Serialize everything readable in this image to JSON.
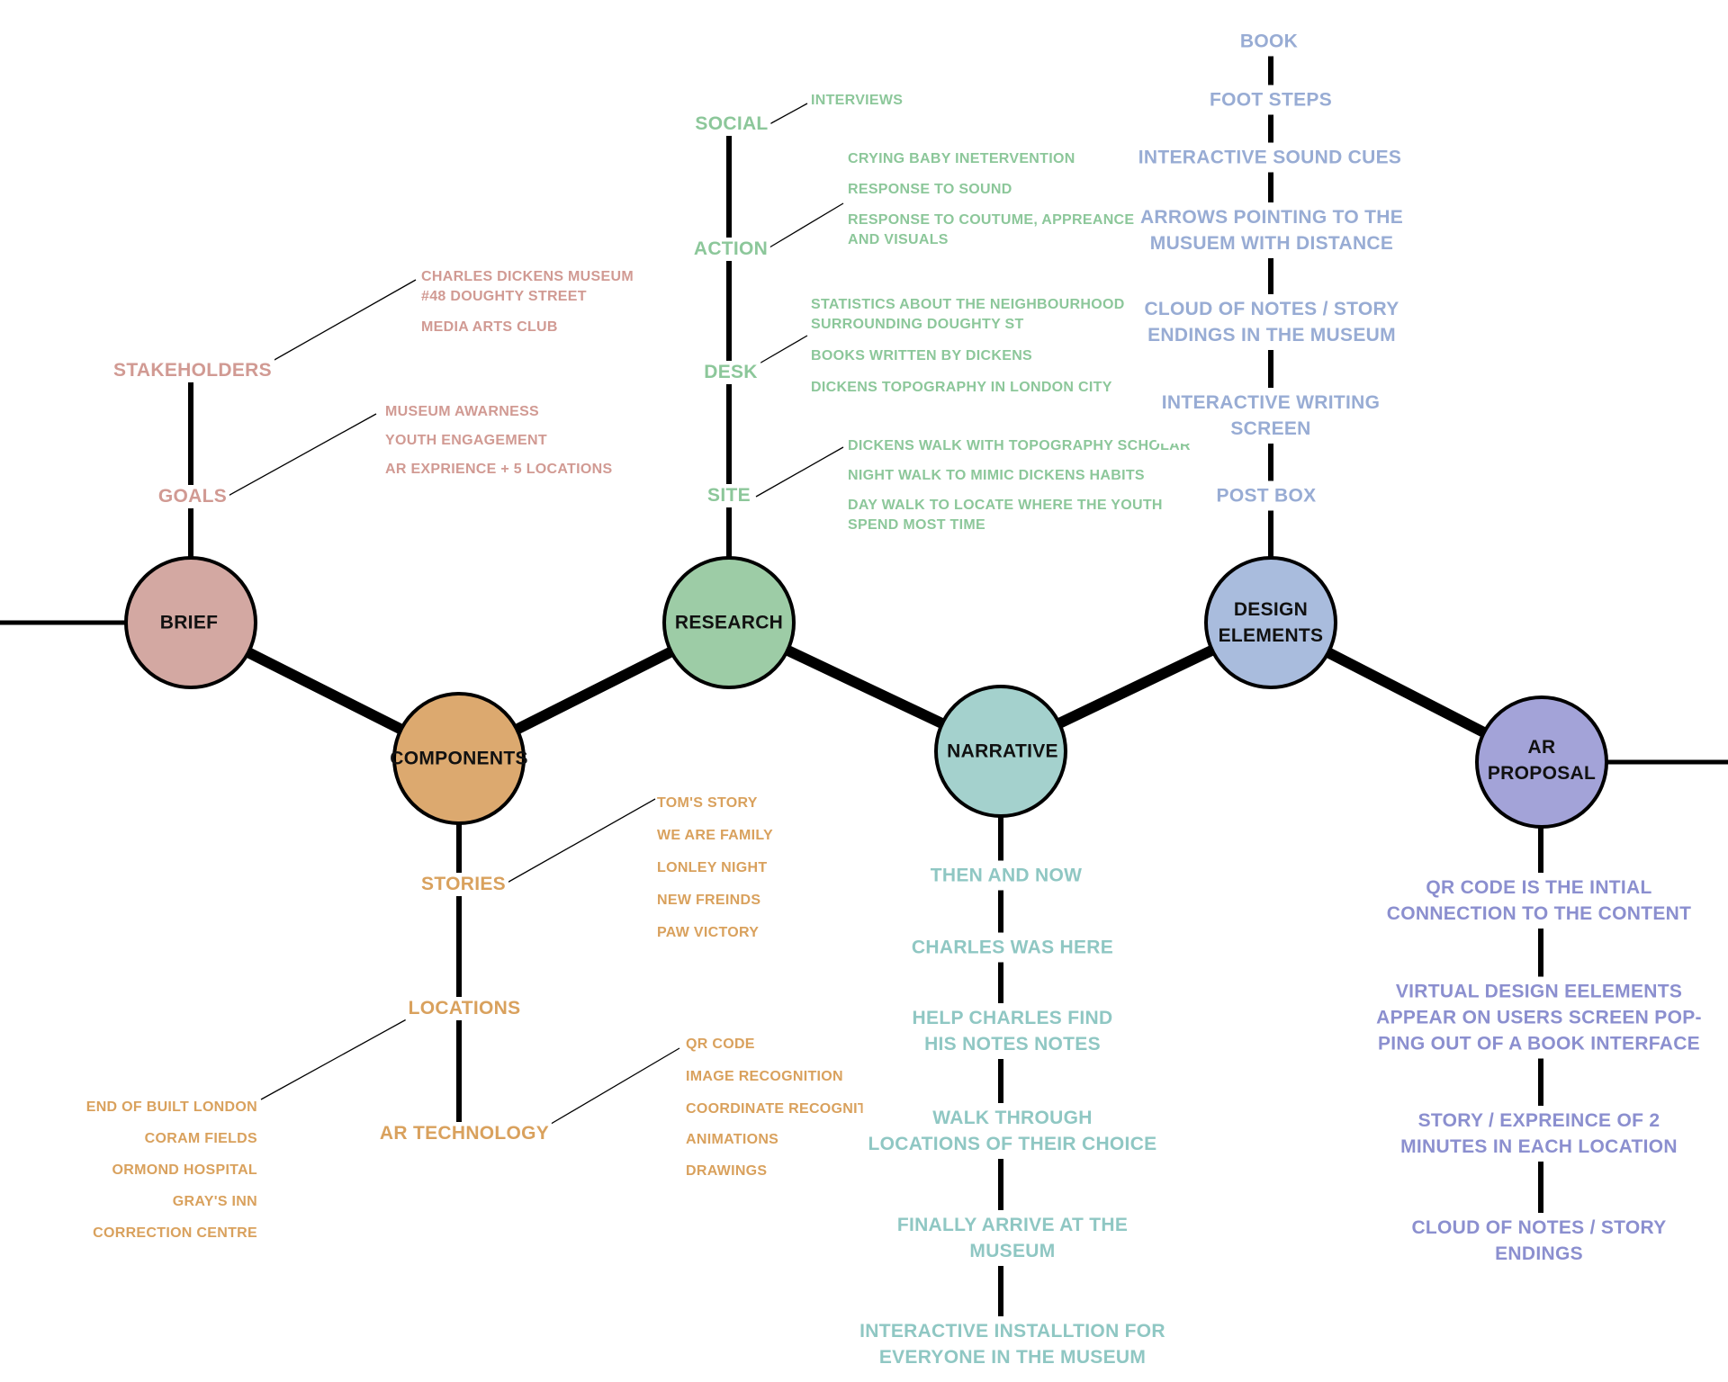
{
  "nodes": {
    "brief": "BRIEF",
    "components": "COMPONENTS",
    "research": "RESEARCH",
    "narrative": "NARRATIVE",
    "design_elements": [
      "DESIGN",
      "ELEMENTS"
    ],
    "ar_proposal": [
      "AR",
      "PROPOSAL"
    ]
  },
  "colors": {
    "brief": "#d19a93",
    "components": "#d9a15d",
    "research": "#8cc79a",
    "narrative": "#8fc7c3",
    "design": "#98acd4",
    "ar": "#8b8fcf"
  },
  "brief": {
    "stakeholders": {
      "heading": "STAKEHOLDERS",
      "items": [
        "CHARLES DICKENS MUSEUM",
        "#48 DOUGHTY STREET",
        "MEDIA ARTS CLUB"
      ]
    },
    "goals": {
      "heading": "GOALS",
      "items": [
        "MUSEUM AWARNESS",
        "YOUTH ENGAGEMENT",
        "AR EXPRIENCE + 5 LOCATIONS"
      ]
    }
  },
  "components": {
    "stories": {
      "heading": "STORIES",
      "items": [
        "TOM'S STORY",
        "WE ARE FAMILY",
        "LONLEY NIGHT",
        "NEW FREINDS",
        "PAW VICTORY"
      ]
    },
    "locations": {
      "heading": "LOCATIONS",
      "items": [
        "END OF BUILT LONDON",
        "CORAM FIELDS",
        "ORMOND HOSPITAL",
        "GRAY'S INN",
        "CORRECTION CENTRE"
      ]
    },
    "ar_technology": {
      "heading": "AR TECHNOLOGY",
      "items": [
        "QR CODE",
        "IMAGE RECOGNITION",
        "COORDINATE RECOGNITION",
        "ANIMATIONS",
        "DRAWINGS"
      ]
    }
  },
  "research": {
    "social": {
      "heading": "SOCIAL",
      "items": [
        "INTERVIEWS"
      ]
    },
    "action": {
      "heading": "ACTION",
      "items": [
        "CRYING BABY INETERVENTION",
        "RESPONSE TO SOUND",
        "RESPONSE TO COUTUME, APPREANCE",
        "AND VISUALS"
      ]
    },
    "desk": {
      "heading": "DESK",
      "items": [
        "STATISTICS ABOUT THE NEIGHBOURHOOD",
        "SURROUNDING DOUGHTY ST",
        "BOOKS WRITTEN BY DICKENS",
        "DICKENS TOPOGRAPHY IN LONDON CITY"
      ]
    },
    "site": {
      "heading": "SITE",
      "items": [
        "DICKENS WALK WITH TOPOGRAPHY SCHOLAR",
        "NIGHT WALK TO MIMIC DICKENS HABITS",
        "DAY WALK TO LOCATE WHERE THE YOUTH",
        "SPEND MOST TIME"
      ]
    }
  },
  "narrative": {
    "steps": [
      [
        "THEN AND NOW"
      ],
      [
        "CHARLES WAS HERE"
      ],
      [
        "HELP CHARLES FIND",
        "HIS NOTES NOTES"
      ],
      [
        "WALK THROUGH",
        "LOCATIONS OF THEIR CHOICE"
      ],
      [
        "FINALLY ARRIVE AT THE",
        "MUSEUM"
      ],
      [
        "INTERACTIVE INSTALLTION FOR",
        "EVERYONE IN THE MUSEUM"
      ]
    ]
  },
  "design_elements": {
    "steps": [
      [
        "BOOK"
      ],
      [
        "FOOT STEPS"
      ],
      [
        "INTERACTIVE SOUND CUES"
      ],
      [
        "ARROWS POINTING TO THE",
        "MUSUEM WITH DISTANCE"
      ],
      [
        "CLOUD OF NOTES / STORY",
        "ENDINGS IN THE MUSEUM"
      ],
      [
        "INTERACTIVE WRITING",
        "SCREEN"
      ],
      [
        "POST BOX"
      ]
    ]
  },
  "ar_proposal": {
    "steps": [
      [
        "QR CODE IS THE INTIAL",
        "CONNECTION TO THE CONTENT"
      ],
      [
        "VIRTUAL DESIGN EELEMENTS",
        "APPEAR ON USERS SCREEN POP-",
        "PING OUT OF A BOOK INTERFACE"
      ],
      [
        "STORY / EXPREINCE OF 2",
        "MINUTES IN EACH LOCATION"
      ],
      [
        "CLOUD OF NOTES / STORY",
        "ENDINGS"
      ]
    ]
  }
}
